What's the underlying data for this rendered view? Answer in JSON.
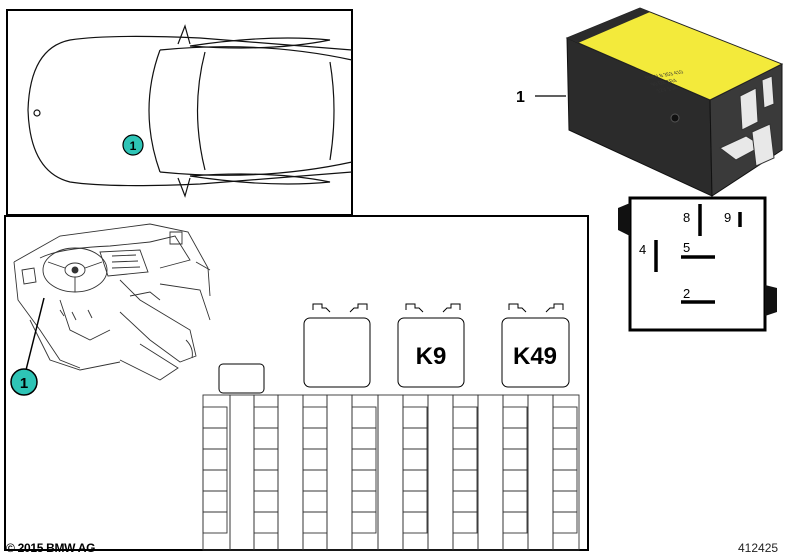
{
  "diagram": {
    "callout_number": "1",
    "part_callout_label": "1",
    "pin_labels": [
      "8",
      "9",
      "4",
      "5",
      "2"
    ],
    "relay_slots": [
      {
        "label": ""
      },
      {
        "label": ""
      },
      {
        "label": "K9"
      },
      {
        "label": "K49"
      }
    ],
    "relay_sticker": {
      "line1": "BMW  8 353 410",
      "line2": "90 D2  TR4",
      "line3": "12V  10A"
    },
    "colors": {
      "callout_teal": "#2ec4b6",
      "sticker_yellow": "#f3ea3b",
      "relay_body": "#2b2b2b",
      "line": "#000000"
    }
  },
  "footer": {
    "copyright": "© 2015 BMW AG",
    "part_number": "412425"
  }
}
